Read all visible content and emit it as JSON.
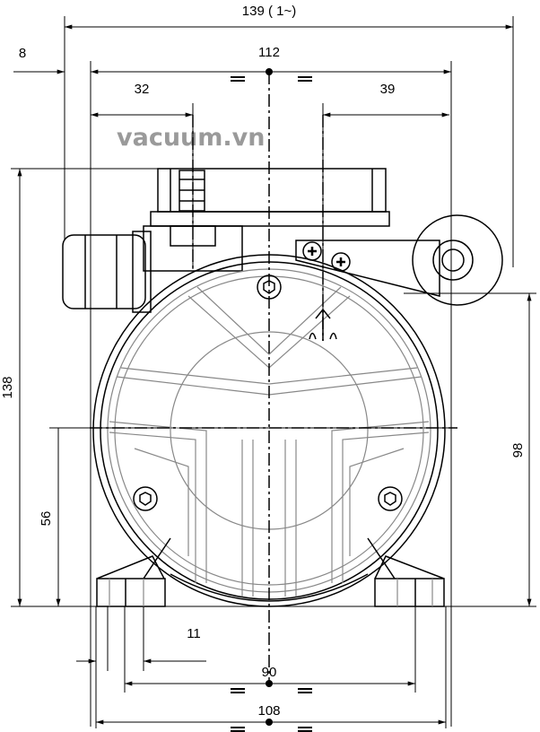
{
  "watermark": "vacuum.vn",
  "dimensions": {
    "overall_width": "139 ( 1~)",
    "offset": "8",
    "body_width": "112",
    "left_port": "32",
    "right_port": "39",
    "height": "138",
    "center_height": "56",
    "handle_height": "98",
    "foot_slot": "11",
    "hole_spacing": "90",
    "foot_width": "108"
  }
}
